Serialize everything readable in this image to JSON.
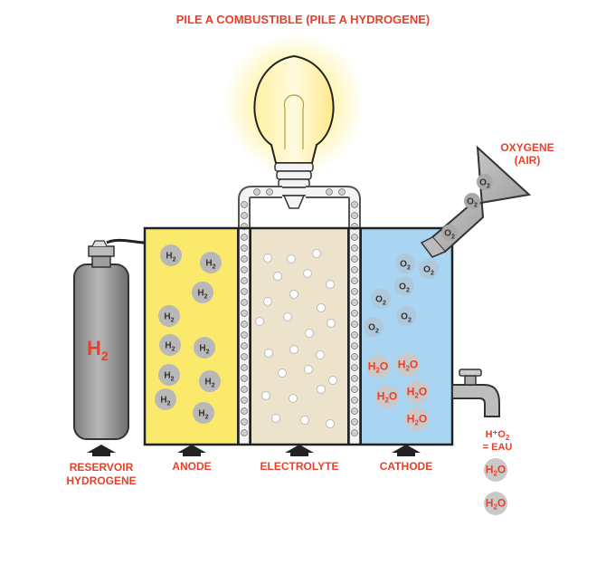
{
  "title": "PILE A COMBUSTIBLE (PILE A HYDROGENE)",
  "labels": {
    "oxygen_line1": "OXYGENE",
    "oxygen_line2": "(AIR)",
    "tank_symbol": "H",
    "tank_sub": "2",
    "reservoir_line1": "RESERVOIR",
    "reservoir_line2": "HYDROGENE",
    "anode": "ANODE",
    "electrolyte": "ELECTROLYTE",
    "cathode": "CATHODE",
    "water_eq_line1": "H⁺O",
    "water_eq_sub": "2",
    "water_eq_line2": "= EAU"
  },
  "molecules": {
    "hydrogen": "H",
    "hydrogen_sub": "2",
    "oxygen": "O",
    "oxygen_sub": "2",
    "water_h": "H",
    "water_sub": "2",
    "water_o": "O"
  },
  "colors": {
    "title": "#e8402a",
    "anode_fill": "#fbe96b",
    "electrolyte_fill": "#ede2cc",
    "cathode_fill": "#a9d4f2",
    "tank": "#9a9a9a",
    "molecule": "#b8b8b8",
    "bulb_glow": "#fff3a0"
  }
}
